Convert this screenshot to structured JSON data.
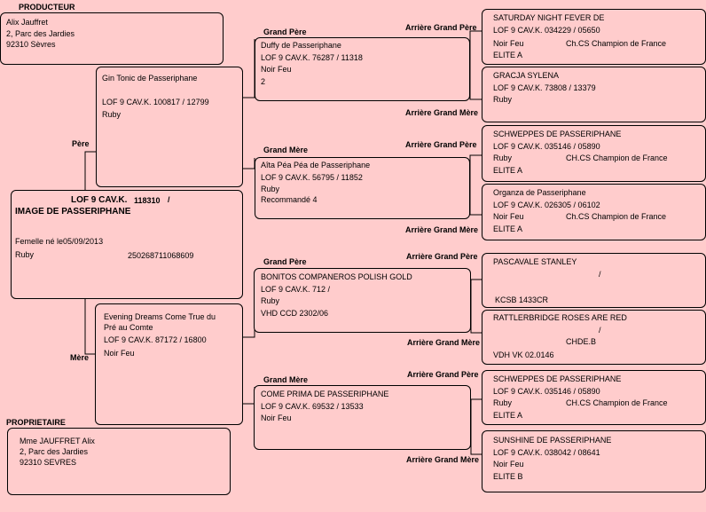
{
  "producteur": {
    "label": "PRODUCTEUR",
    "name": "Alix Jauffret",
    "address": "2, Parc des Jardies",
    "city": "92310 Sèvres"
  },
  "proprietaire": {
    "label": "PROPRIETAIRE",
    "name": "Mme JAUFFRET Alix",
    "address": "2, Parc des Jardies",
    "city": "92310 SEVRES"
  },
  "subject": {
    "lof": "LOF 9 CAV.K.",
    "num": "118310",
    "slash": "/",
    "name": "IMAGE DE PASSERIPHANE",
    "sex_birth": "Femelle    né le05/09/2013",
    "color": "Ruby",
    "chip": "250268711068609"
  },
  "labels": {
    "pere": "Père",
    "mere": "Mère",
    "grand_pere": "Grand Père",
    "grand_mere": "Grand Mère",
    "arriere_grand_pere": "Arrière Grand Père",
    "arriere_grand_mere": "Arrière Grand Mère"
  },
  "pere": {
    "name": "Gin Tonic de Passeriphane",
    "lof": "LOF 9 CAV.K.  100817   / 12799",
    "color": "Ruby"
  },
  "mere": {
    "name1": "Evening Dreams Come True du",
    "name2": "Pré au Comte",
    "lof": "LOF 9 CAV.K.   87172     / 16800",
    "color": "Noir Feu"
  },
  "gp1": {
    "name": "Duffy de Passeriphane",
    "lof": "LOF 9 CAV.K.    76287        / 11318",
    "color": "Noir Feu",
    "extra": "2"
  },
  "gm1": {
    "name": "Aîta Péa Péa de Passeriphane",
    "lof": "LOF 9 CAV.K.    56795        / 11852",
    "color": "Ruby",
    "extra": "Recommandé 4"
  },
  "gp2": {
    "name": "BONITOS COMPANEROS POLISH GOLD",
    "lof": "LOF 9 CAV.K.    712              /",
    "color": "Ruby",
    "extra": "VHD CCD 2302/06"
  },
  "gm2": {
    "name": "COME PRIMA DE PASSERIPHANE",
    "lof": "LOF 9 CAV.K.    69532        / 13533",
    "color": "Noir Feu"
  },
  "agp": [
    {
      "name": "SATURDAY NIGHT FEVER DE",
      "lof": "LOF 9 CAV.K.     034229    / 05650",
      "color": "Noir Feu",
      "title": "Ch.CS Champion de France",
      "elite": "ELITE A"
    },
    {
      "name": "GRACJA SYLENA",
      "lof": "LOF 9 CAV.K.     73808       / 13379",
      "color": "Ruby"
    },
    {
      "name": "SCHWEPPES DE PASSERIPHANE",
      "lof": "LOF 9 CAV.K.     035146    / 05890",
      "color": "Ruby",
      "title": "CH.CS Champion de France",
      "elite": "ELITE A"
    },
    {
      "name": "Organza de Passeriphane",
      "lof": "LOF 9 CAV.K.     026305    / 06102",
      "color": "Noir Feu",
      "title": "Ch.CS Champion de France",
      "elite": "ELITE A"
    },
    {
      "name": "PASCAVALE STANLEY",
      "slash": "/",
      "extra": "KCSB 1433CR"
    },
    {
      "name": "RATTLERBRIDGE ROSES ARE RED",
      "slash": "/",
      "title": "CHDE.B",
      "extra": "VDH VK 02.0146"
    },
    {
      "name": "SCHWEPPES DE PASSERIPHANE",
      "lof": "LOF 9 CAV.K.     035146    / 05890",
      "color": "Ruby",
      "title": "CH.CS Champion de France",
      "elite": "ELITE A"
    },
    {
      "name": "SUNSHINE DE PASSERIPHANE",
      "lof": "LOF 9 CAV.K.     038042    / 08641",
      "color": "Noir Feu",
      "elite": "ELITE B"
    }
  ]
}
